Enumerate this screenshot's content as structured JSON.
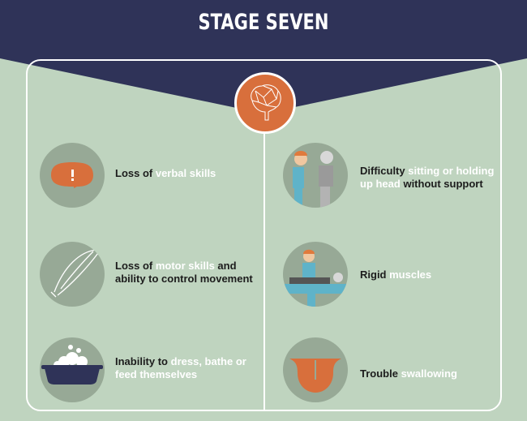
{
  "title": "STAGE SEVEN",
  "colors": {
    "navy": "#2f3358",
    "green": "#bfd4bf",
    "circle": "#97a996",
    "orange": "#d86f3c"
  },
  "center_icon": "brain-icon",
  "items": [
    {
      "icon": "speech-bubble-exclamation-icon",
      "parts": [
        {
          "text": "Loss of ",
          "hl": false
        },
        {
          "text": "verbal skills",
          "hl": true
        }
      ]
    },
    {
      "icon": "muscle-icon",
      "parts": [
        {
          "text": "Loss of ",
          "hl": false
        },
        {
          "text": "motor skills",
          "hl": true
        },
        {
          "text": " and ability to control movement",
          "hl": false
        }
      ]
    },
    {
      "icon": "bathtub-icon",
      "parts": [
        {
          "text": "Inability to ",
          "hl": false
        },
        {
          "text": "dress, bathe or feed themselves",
          "hl": true
        }
      ]
    },
    {
      "icon": "caregiver-support-icon",
      "parts": [
        {
          "text": "Difficulty ",
          "hl": false
        },
        {
          "text": "sitting or holding up head",
          "hl": true
        },
        {
          "text": " without support",
          "hl": false
        }
      ]
    },
    {
      "icon": "patient-bed-icon",
      "parts": [
        {
          "text": "Rigid ",
          "hl": false
        },
        {
          "text": "muscles",
          "hl": true
        }
      ]
    },
    {
      "icon": "tongue-icon",
      "parts": [
        {
          "text": "Trouble ",
          "hl": false
        },
        {
          "text": "swallowing",
          "hl": true
        }
      ]
    }
  ]
}
